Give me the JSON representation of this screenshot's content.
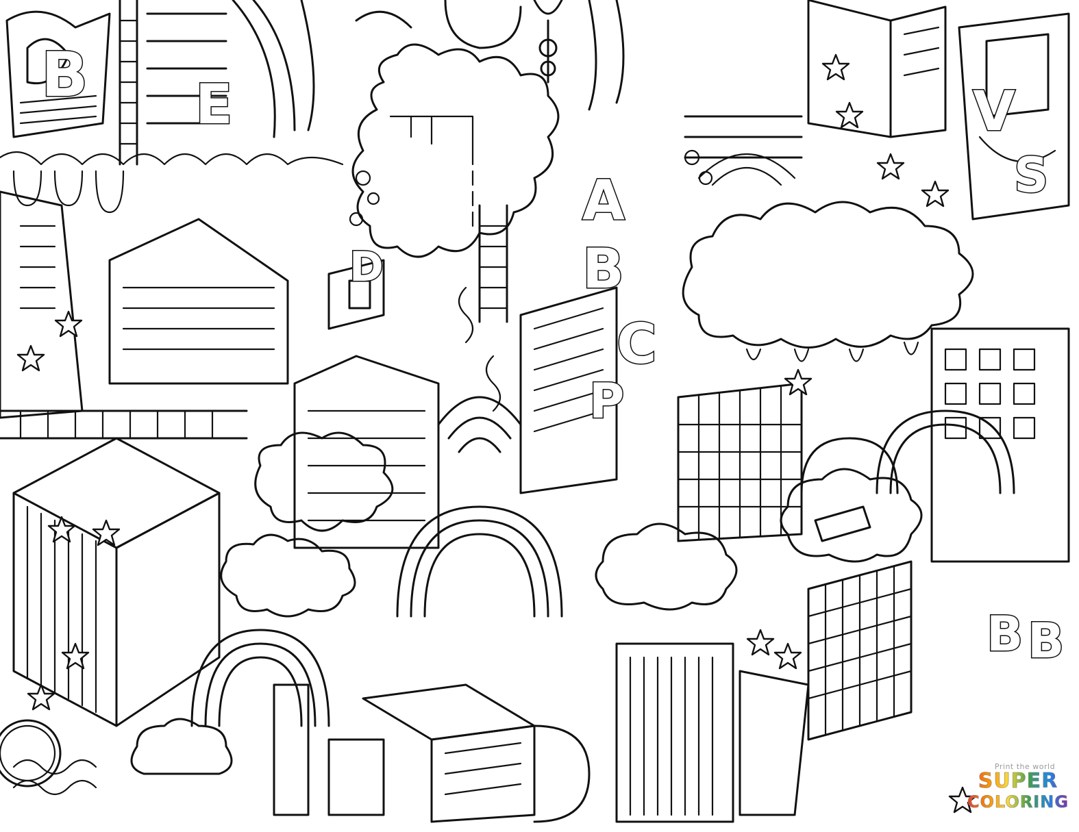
{
  "artwork": {
    "style": "line-art coloring page",
    "ink_color": "#111111",
    "paper_color": "#ffffff",
    "letters": [
      "B",
      "E",
      "A",
      "B",
      "C",
      "P",
      "D",
      "S",
      "B",
      "B",
      "V"
    ]
  },
  "watermark": {
    "tagline": "Print the world",
    "line1": "SUPER",
    "line2": "COLORING",
    "colors": [
      "#e53935",
      "#fb8c00",
      "#fdd835",
      "#43a047",
      "#1e88e5",
      "#8e24aa"
    ]
  }
}
